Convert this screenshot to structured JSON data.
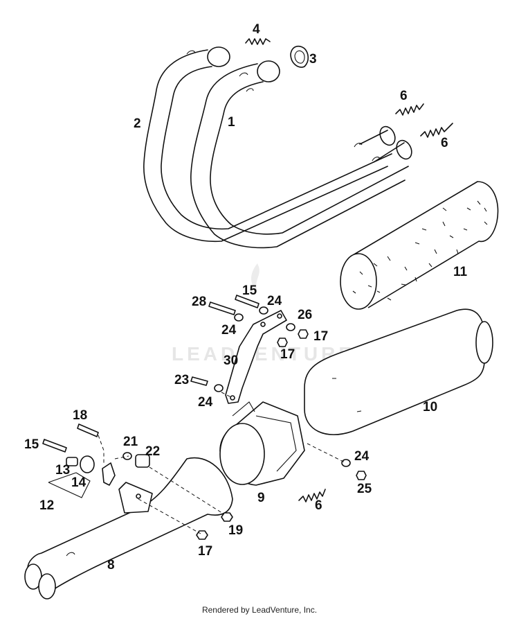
{
  "callouts": {
    "c1": "1",
    "c2": "2",
    "c3": "3",
    "c4": "4",
    "c6a": "6",
    "c6b": "6",
    "c6c": "6",
    "c8": "8",
    "c9": "9",
    "c10": "10",
    "c11": "11",
    "c12": "12",
    "c13": "13",
    "c14": "14",
    "c15a": "15",
    "c15b": "15",
    "c17a": "17",
    "c17b": "17",
    "c17c": "17",
    "c18": "18",
    "c19": "19",
    "c21": "21",
    "c22": "22",
    "c23": "23",
    "c24a": "24",
    "c24b": "24",
    "c24c": "24",
    "c24d": "24",
    "c25": "25",
    "c26": "26",
    "c28": "28",
    "c30": "30"
  },
  "watermark": "LEADVENTURE",
  "footer": "Rendered by LeadVenture, Inc."
}
